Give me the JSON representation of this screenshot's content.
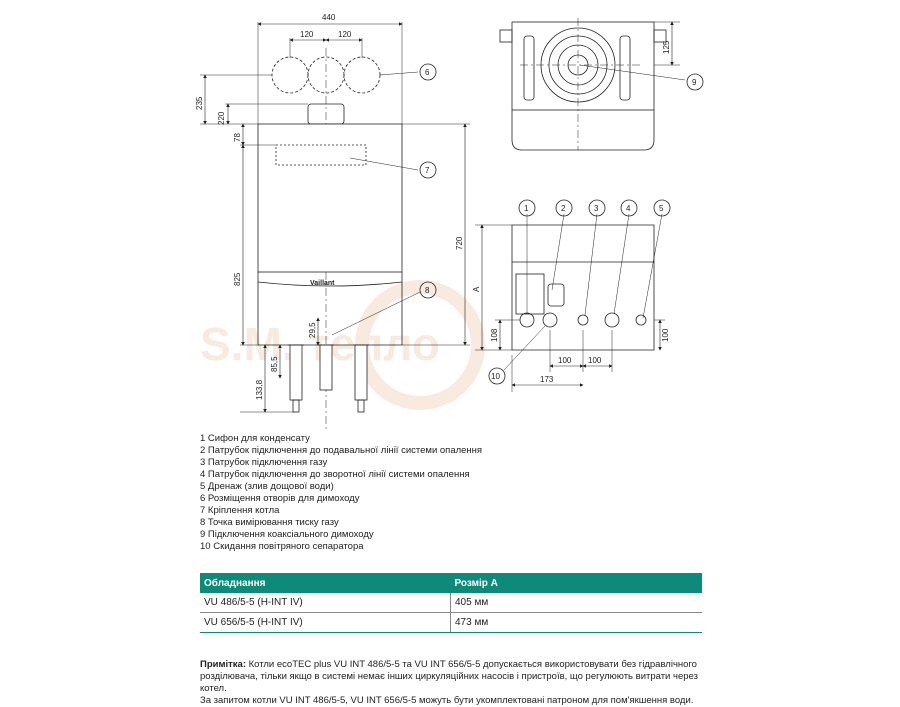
{
  "colors": {
    "header_bg": "#0d8a79",
    "line": "#222222",
    "watermark": "#f4d9c4"
  },
  "watermark": {
    "text": "S.M. тепло"
  },
  "front_view": {
    "dims": {
      "width": "440",
      "spacing_1": "120",
      "spacing_2": "120",
      "d235": "235",
      "d220": "220",
      "d78": "78",
      "d720": "720",
      "d825": "825",
      "d29_5": "29,5",
      "d85_5": "85,5",
      "d133_8": "133,8"
    },
    "brand": "Vaillant",
    "callouts": {
      "c6": "6",
      "c7": "7",
      "c8": "8"
    }
  },
  "top_view": {
    "dims": {
      "d125": "125"
    },
    "callouts": {
      "c9": "9"
    }
  },
  "bottom_view": {
    "dims": {
      "a": "A",
      "d108": "108",
      "d100a": "100",
      "d100b": "100",
      "d173": "173",
      "d100c": "100"
    },
    "callouts": {
      "c1": "1",
      "c2": "2",
      "c3": "3",
      "c4": "4",
      "c5": "5",
      "c10": "10"
    }
  },
  "legend": [
    "1  Сифон для конденсату",
    "2  Патрубок підключення до подавальної лінії системи опалення",
    "3  Патрубок підключення газу",
    "4  Патрубок підключення до зворотної лінії системи опалення",
    "5  Дренаж (злив дощової води)",
    "6  Розміщення отворів для димоходу",
    "7  Кріплення котла",
    "8  Точка вимірювання тиску газу",
    "9  Підключення коаксіального димоходу",
    "10 Скидання повітряного сепаратора"
  ],
  "table": {
    "col1": "Обладнання",
    "col2": "Розмір A",
    "rows": [
      {
        "model": "VU 486/5-5 (H-INT IV)",
        "size": "405 мм"
      },
      {
        "model": "VU 656/5-5 (H-INT IV)",
        "size": "473 мм"
      }
    ]
  },
  "note": {
    "label": "Примітка:",
    "line1": " Котли ecoTEC plus VU INT 486/5-5 та VU INT 656/5-5 допускається використовувати без гідравлічного",
    "line2": "розділювача, тільки якщо в системі немає інших циркуляційних насосів і пристроїв, що регулюють витрати через котел.",
    "line3": "За запитом котли VU INT 486/5-5, VU INT 656/5-5 можуть бути укомплектовані патроном для пом'якшення води."
  }
}
